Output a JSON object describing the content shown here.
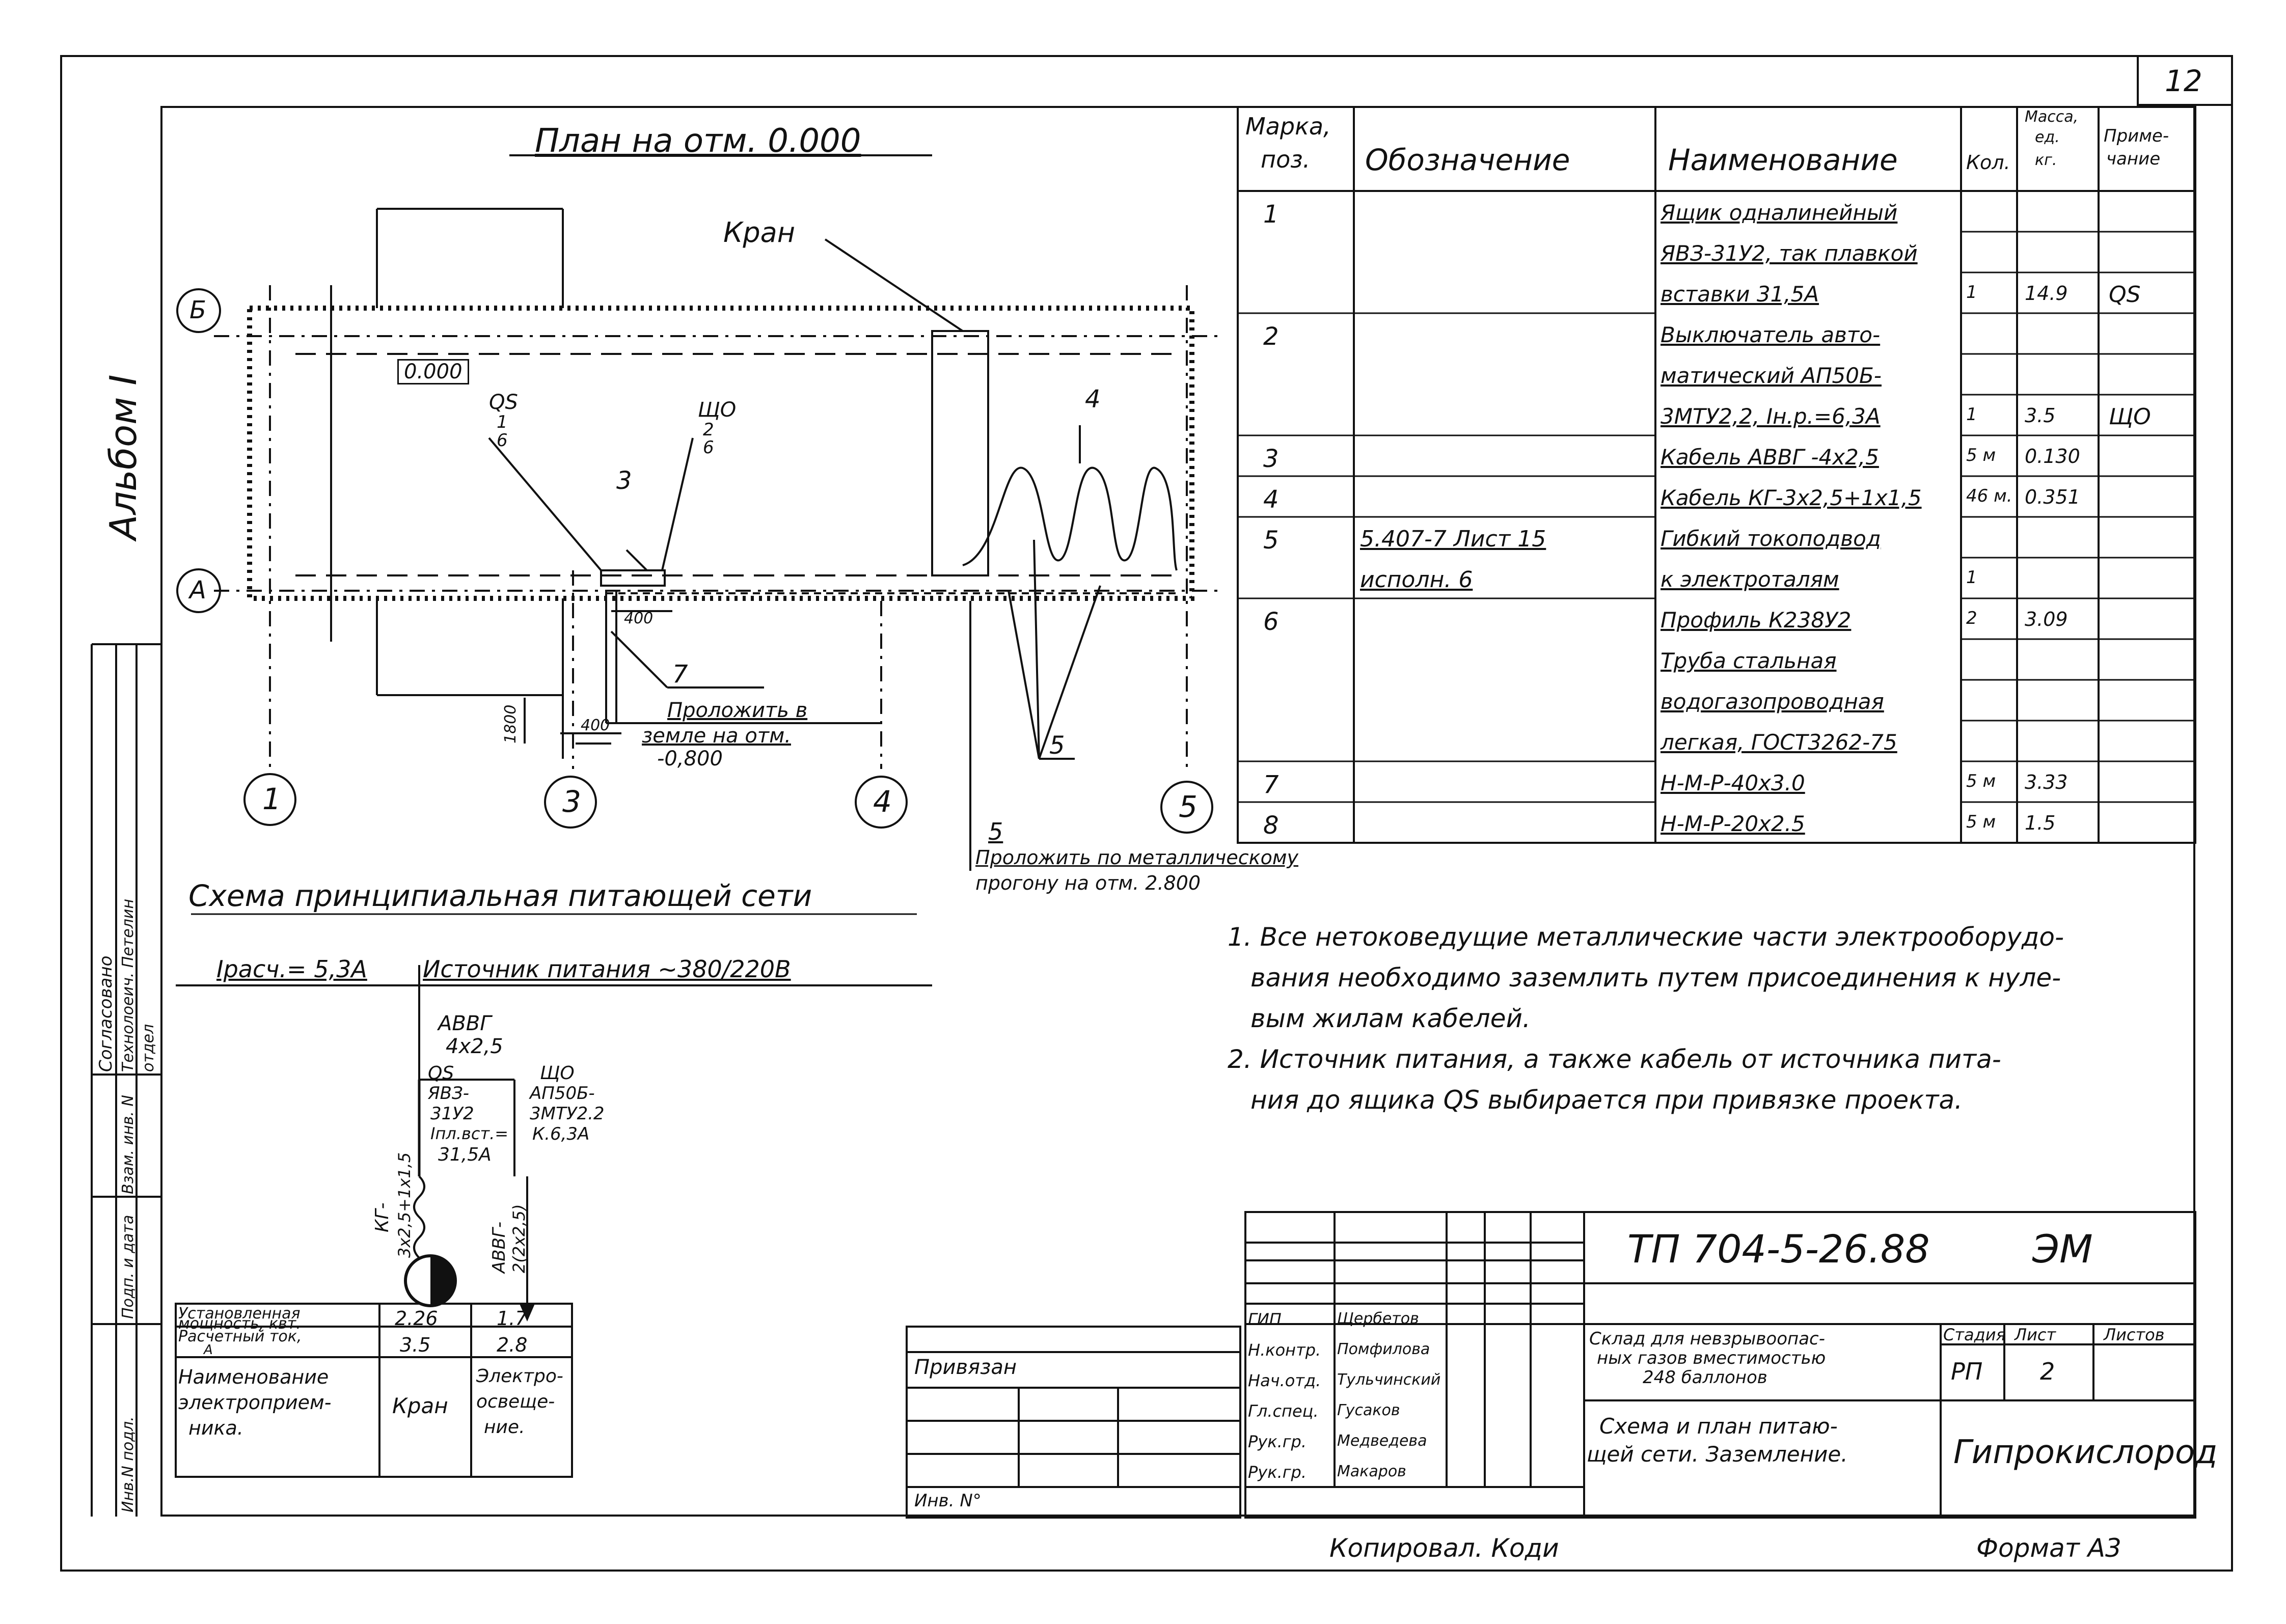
{
  "sheet_number": "12",
  "album": "Альбом I",
  "plan": {
    "title": "План на отм. 0.000",
    "crane_label": "Кран",
    "level_mark": "0.000",
    "axis_letters": [
      "Б",
      "А"
    ],
    "axis_numbers": [
      "1",
      "3",
      "4",
      "5"
    ],
    "qs_label": [
      "QS",
      "1",
      "6"
    ],
    "shchw_label": [
      "ЩО",
      "2",
      "6"
    ],
    "pos3": "3",
    "pos4": "4",
    "pos5": "5",
    "pos7": "7",
    "dim400a": "400",
    "dim400b": "400",
    "dim1800": "1800",
    "lay_ground": [
      "Проложить в",
      "земле на отм.",
      "-0,800"
    ],
    "lay_metal_pos": "5",
    "lay_metal": [
      "Проложить по металлическому",
      "прогону на отм. 2.800"
    ]
  },
  "scheme": {
    "title": "Схема принципиальная питающей сети",
    "current": "Iрасч.= 5,3А",
    "source": "Источник питания ~380/220В",
    "cable_main": [
      "АВВГ",
      "4x2,5"
    ],
    "qs_box": [
      "QS",
      "ЯВЗ-",
      "31У2",
      "Iпл.вст.=",
      "31,5А"
    ],
    "sho_box": [
      "ЩО",
      "АП50Б-",
      "3МТУ2.2",
      "К.6,3А"
    ],
    "cable_kg": [
      "КГ-",
      "3x2,5+1x1,5"
    ],
    "cable_avvg2": [
      "АВВГ-",
      "2(2x2,5)"
    ]
  },
  "loads_table": {
    "rows": [
      {
        "label": [
          "Установленная",
          "мощность, квт."
        ],
        "v1": "2.26",
        "v2": "1.7"
      },
      {
        "label": [
          "Расчетный ток,",
          "А"
        ],
        "v1": "3.5",
        "v2": "2.8"
      },
      {
        "label": [
          "Наименование",
          "электроприем-",
          "ника."
        ],
        "v1": "Кран",
        "v2": [
          "Электро-",
          "освеще-",
          "ние."
        ]
      }
    ]
  },
  "spec": {
    "headers": {
      "mark": [
        "Марка,",
        "поз."
      ],
      "designation": "Обозначение",
      "name": "Наименование",
      "qty": "Кол.",
      "mass": [
        "Масса,",
        "ед.",
        "кг."
      ],
      "note": [
        "Приме-",
        "чание"
      ]
    },
    "rows": [
      {
        "mark": "1",
        "designation": "",
        "name": "Ящик одналинейный",
        "qty": "",
        "mass": "",
        "note": ""
      },
      {
        "mark": "",
        "designation": "",
        "name": "ЯВЗ-31У2, так плавкой",
        "qty": "",
        "mass": "",
        "note": ""
      },
      {
        "mark": "",
        "designation": "",
        "name": "вставки 31,5А",
        "qty": "1",
        "mass": "14.9",
        "note": "QS"
      },
      {
        "mark": "2",
        "designation": "",
        "name": "Выключатель авто-",
        "qty": "",
        "mass": "",
        "note": ""
      },
      {
        "mark": "",
        "designation": "",
        "name": "матический АП50Б-",
        "qty": "",
        "mass": "",
        "note": ""
      },
      {
        "mark": "",
        "designation": "",
        "name": "3МТУ2,2, Iн.р.=6,3А",
        "qty": "1",
        "mass": "3.5",
        "note": "ЩО"
      },
      {
        "mark": "3",
        "designation": "",
        "name": "Кабель АВВГ -4x2,5",
        "qty": "5 м",
        "mass": "0.130",
        "note": ""
      },
      {
        "mark": "4",
        "designation": "",
        "name": "Кабель КГ-3x2,5+1x1,5",
        "qty": "46 м.",
        "mass": "0.351",
        "note": ""
      },
      {
        "mark": "5",
        "designation": "5.407-7 Лист 15",
        "name": "Гибкий токоподвод",
        "qty": "",
        "mass": "",
        "note": ""
      },
      {
        "mark": "",
        "designation": "исполн. 6",
        "name": "к электроталям",
        "qty": "1",
        "mass": "",
        "note": ""
      },
      {
        "mark": "6",
        "designation": "",
        "name": "Профиль К238У2",
        "qty": "2",
        "mass": "3.09",
        "note": ""
      },
      {
        "mark": "",
        "designation": "",
        "name": "Труба стальная",
        "qty": "",
        "mass": "",
        "note": ""
      },
      {
        "mark": "",
        "designation": "",
        "name": "водогазопроводная",
        "qty": "",
        "mass": "",
        "note": ""
      },
      {
        "mark": "",
        "designation": "",
        "name": "легкая, ГОСТ3262-75",
        "qty": "",
        "mass": "",
        "note": ""
      },
      {
        "mark": "7",
        "designation": "",
        "name": "Н-М-Р-40x3.0",
        "qty": "5 м",
        "mass": "3.33",
        "note": ""
      },
      {
        "mark": "8",
        "designation": "",
        "name": "Н-М-Р-20x2.5",
        "qty": "5 м",
        "mass": "1.5",
        "note": ""
      }
    ]
  },
  "notes": [
    "1. Все нетоковедущие металлические части электрооборудо-",
    "вания необходимо заземлить путем присоединения к нуле-",
    "вым жилам кабелей.",
    "2. Источник питания, а также кабель от источника пита-",
    "ния до ящика QS выбирается при привязке проекта."
  ],
  "left_stamp": [
    "Согласовано",
    "Технолоеич. Петелин",
    "отдел",
    "Инв.N подл.",
    "Подп. и дата",
    "Взам. инв. N"
  ],
  "binding": {
    "label": "Привязан",
    "inv": "Инв. N°"
  },
  "title_block": {
    "code": "ТП 704-5-26.88",
    "section": "ЭМ",
    "people": [
      {
        "role": "ГИП",
        "name": "Щербетов"
      },
      {
        "role": "Н.контр.",
        "name": "Помфилова"
      },
      {
        "role": "Нач.отд.",
        "name": "Тульчинский"
      },
      {
        "role": "Гл.спец.",
        "name": "Гусаков"
      },
      {
        "role": "Рук.гр.",
        "name": "Медведева"
      },
      {
        "role": "Рук.гр.",
        "name": "Макаров"
      }
    ],
    "object_name": [
      "Склад для невзрывоопас-",
      "ных газов вместимостью",
      "248 баллонов"
    ],
    "sheet_title": [
      "Схема и план питаю-",
      "щей сети. Заземление."
    ],
    "stage_label": "Стадия",
    "sheet_label": "Лист",
    "sheets_label": "Листов",
    "stage": "РП",
    "sheet": "2",
    "org": "Гипрокислород"
  },
  "copied": "Копировал. Коди",
  "format": "Формат А3"
}
